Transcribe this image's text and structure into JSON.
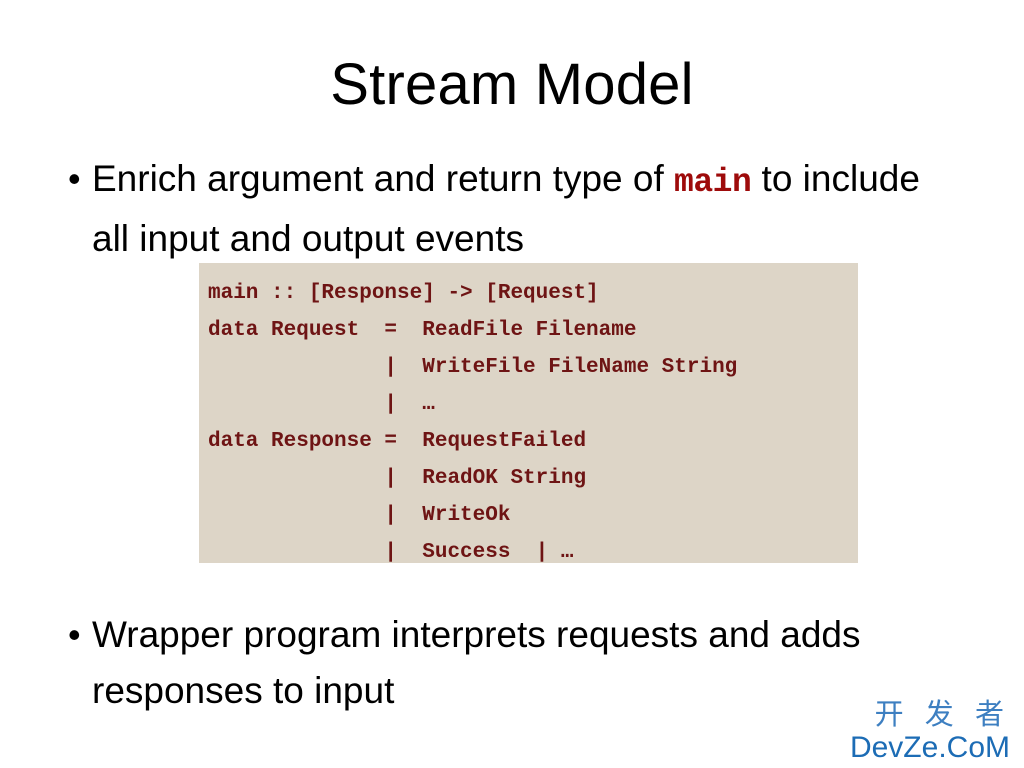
{
  "slide": {
    "title": "Stream Model",
    "background_color": "#ffffff"
  },
  "bullets": [
    {
      "marker": "•",
      "text_before": "Enrich argument and return type of ",
      "code": "main",
      "text_after": " to include all input and output events"
    },
    {
      "marker": "•",
      "text": "Wrapper program interprets requests and adds responses to input"
    }
  ],
  "code_block": {
    "background_color": "#ddd5c7",
    "text_color": "#6e1414",
    "lines": [
      "main :: [Response] -> [Request]",
      "data Request  =  ReadFile Filename",
      "              |  WriteFile FileName String",
      "              |  …",
      "data Response =  RequestFailed",
      "              |  ReadOK String",
      "              |  WriteOk",
      "              |  Success  | …"
    ]
  },
  "watermark": {
    "chinese": "开 发 者",
    "latin": "DevZe.CoM",
    "chinese_color": "#3d7fc1",
    "latin_color": "#1c6cb5"
  },
  "theme": {
    "inline_code_color": "#9e0b0b",
    "text_color": "#000000"
  }
}
